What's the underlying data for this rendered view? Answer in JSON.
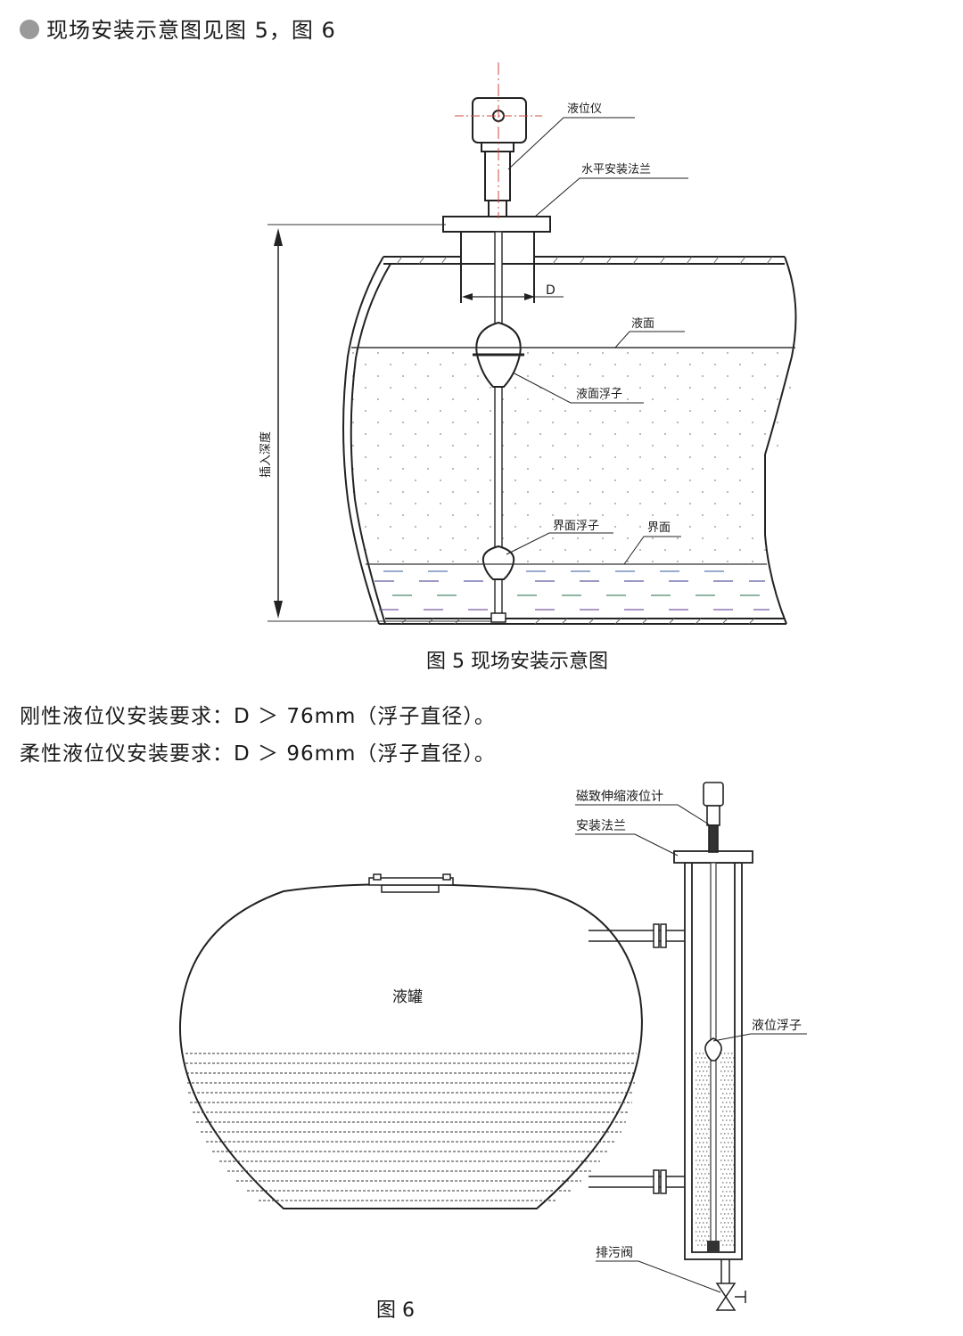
{
  "heading": "现场安装示意图见图 5，图 6",
  "figure5": {
    "caption": "图 5  现场安装示意图",
    "labels": {
      "gauge": "液位仪",
      "flange": "水平安装法兰",
      "diameter": "D",
      "liquid_surface": "液面",
      "surface_float": "液面浮子",
      "insertion_depth": "插入深度",
      "interface_float": "界面浮子",
      "interface": "界面"
    }
  },
  "requirements": [
    "刚性液位仪安装要求：D ＞ 76mm（浮子直径）。",
    "柔性液位仪安装要求：D ＞ 96mm（浮子直径）。"
  ],
  "figure6": {
    "caption": "图 6",
    "labels": {
      "gauge": "磁致伸缩液位计",
      "flange": "安装法兰",
      "tank": "液罐",
      "float": "液位浮子",
      "drain_valve": "排污阀"
    }
  }
}
